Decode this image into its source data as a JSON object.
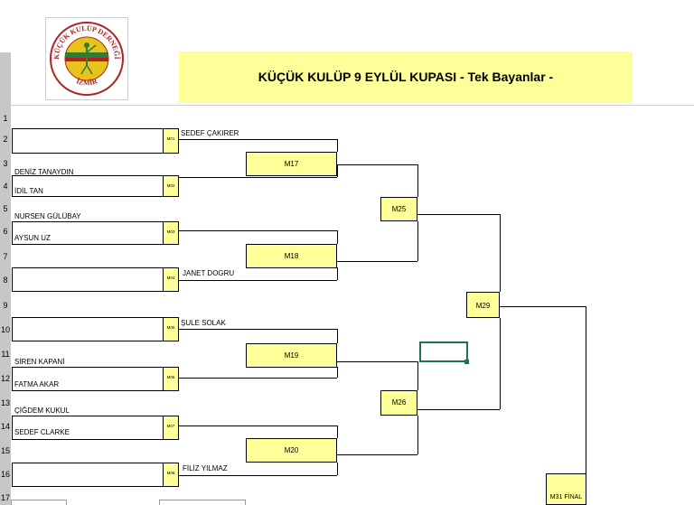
{
  "title": "KÜÇÜK KULÜP 9 EYLÜL KUPASI - Tek Bayanlar -",
  "logo": {
    "text_top": "KÜÇÜK KULÜP DERNEĞİ",
    "text_bottom": "İZMİR",
    "colors": {
      "ring": "#b22222",
      "accent": "#2e7d32",
      "ball": "#e8c31c"
    }
  },
  "row_headers": [
    "1",
    "2",
    "3",
    "4",
    "5",
    "6",
    "7",
    "8",
    "9",
    "10",
    "11",
    "12",
    "13",
    "14",
    "15",
    "16",
    "17"
  ],
  "players": {
    "p1": "SEDEF ÇAKIRER",
    "p2": "DENİZ TANAYDIN",
    "p3": "İDİL TAN",
    "p4": "NURSEN GÜLÜBAY",
    "p5": "AYSUN UZ",
    "p6": "JANET DOGRU",
    "p7": "ŞULE SOLAK",
    "p8": "SİREN KAPANİ",
    "p9": "FATMA AKAR",
    "p10": "ÇİĞDEM KUKUL",
    "p11": "SEDEF CLARKE",
    "p12": "FİLİZ YILMAZ"
  },
  "matches": {
    "m01": "M01",
    "m02": "M02",
    "m03": "M03",
    "m04": "M04",
    "m05": "M05",
    "m06": "M06",
    "m07": "M07",
    "m08": "M08",
    "m17": "M17",
    "m18": "M18",
    "m19": "M19",
    "m20": "M20",
    "m25": "M25",
    "m26": "M26",
    "m29": "M29",
    "m31": "M31 FİNAL"
  },
  "colors": {
    "highlight": "#ffff99",
    "selection": "#217346",
    "grid_gray": "#c7c7c7"
  }
}
